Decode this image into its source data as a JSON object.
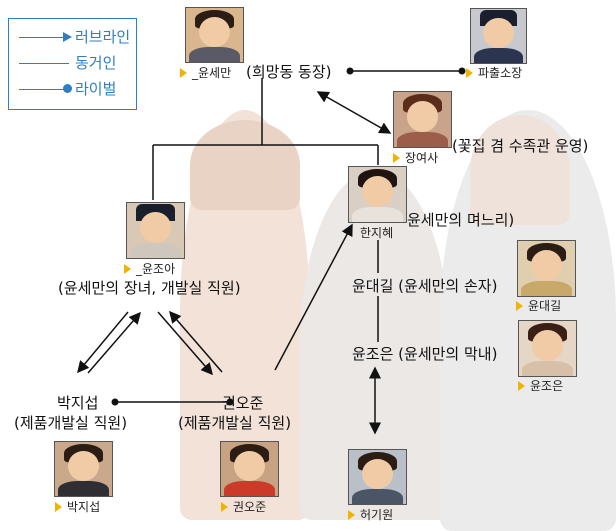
{
  "legend": {
    "items": [
      {
        "label": "러브라인",
        "type": "arrow"
      },
      {
        "label": "동거인",
        "type": "line"
      },
      {
        "label": "라이벌",
        "type": "dot"
      }
    ]
  },
  "colors": {
    "legend": "#2f7fc0",
    "caption_marker": "#f0b400",
    "link": "#111111"
  },
  "people": {
    "yoon_seman": {
      "caption": "_윤세만",
      "desc": "(희망동 동장)"
    },
    "police": {
      "caption": "파출소장"
    },
    "jang": {
      "caption": "장여사",
      "desc": "(꽃집 겸 수족관 운영)"
    },
    "han": {
      "caption": "한지혜",
      "desc": "윤세만의 며느리)"
    },
    "yoon_joa": {
      "caption": "_윤조아",
      "desc": "(윤세만의 장녀, 개발실 직원)"
    },
    "yoon_daegil": {
      "caption": "윤대길",
      "desc": "윤대길 (윤세만의 손자)"
    },
    "yoon_joeun": {
      "caption": "윤조은",
      "desc": "윤조은 (윤세만의 막내)"
    },
    "park": {
      "caption": "박지섭",
      "name": "박지섭",
      "desc": "(제품개발실 직원)"
    },
    "kwon": {
      "caption": "권오준",
      "name": "권오준",
      "desc": "(제품개발실 직원)"
    },
    "heo": {
      "caption": "허기원"
    }
  }
}
